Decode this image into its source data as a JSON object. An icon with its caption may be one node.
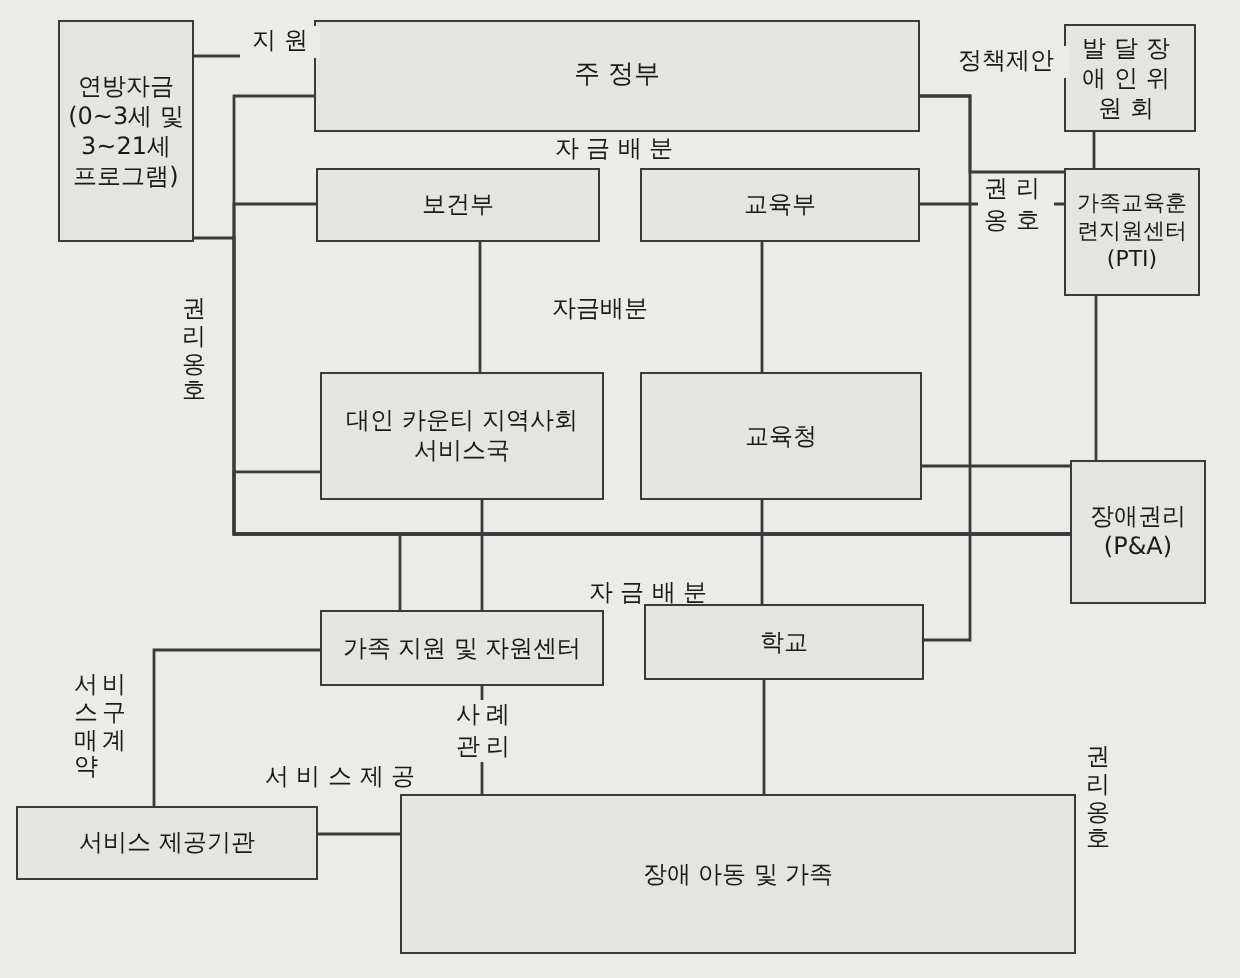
{
  "diagram": {
    "nodes": [
      {
        "text": [
          "연방자금 (0~3세 및 3~21세 프로그램)"
        ]
      },
      {
        "text": [
          "주 정부"
        ]
      },
      {
        "text": [
          "발달장애인위원회"
        ]
      },
      {
        "text": [
          "보건부"
        ]
      },
      {
        "text": [
          "교육부"
        ]
      },
      {
        "text": [
          "가족교육훈련지원센터(PTI)"
        ]
      },
      {
        "text": [
          "대인 카운티 지역사회 서비스국"
        ]
      },
      {
        "text": [
          "교육청"
        ]
      },
      {
        "text": [
          "장애권리(P&A)"
        ]
      },
      {
        "text": [
          "가족 지원 및 자원센터"
        ]
      },
      {
        "text": [
          "학교"
        ]
      },
      {
        "text": [
          "서비스 제공기관"
        ]
      },
      {
        "text": [
          "장애 아동 및 가족"
        ]
      }
    ],
    "edges": [
      {
        "from": 0,
        "to": 1,
        "arrow": "none",
        "label": "지 원"
      },
      {
        "from": 1,
        "to": 10,
        "arrow": "none",
        "label": "정책제안"
      },
      {
        "from": 2,
        "to": 5,
        "arrow": "none"
      },
      {
        "from": 4,
        "to": 5,
        "arrow": "none",
        "label": "권리 옹호"
      },
      {
        "from": 5,
        "to": 1,
        "arrow": "none"
      },
      {
        "from": 5,
        "to": 8,
        "arrow": "none"
      },
      {
        "from": 7,
        "to": 8,
        "arrow": "none"
      },
      {
        "from": 8,
        "to": 1,
        "arrow": "none",
        "label": "권리옹호"
      },
      {
        "from": 8,
        "to": 0,
        "arrow": "none"
      },
      {
        "from": 8,
        "to": 3,
        "arrow": "none"
      },
      {
        "from": 8,
        "to": 6,
        "arrow": "none"
      },
      {
        "from": 8,
        "to": 9,
        "arrow": "none"
      },
      {
        "from": 3,
        "to": 6,
        "arrow": "none"
      },
      {
        "from": 4,
        "to": 7,
        "arrow": "none"
      },
      {
        "from": 6,
        "to": 9,
        "arrow": "none"
      },
      {
        "from": 7,
        "to": 10,
        "arrow": "none"
      },
      {
        "from": 9,
        "to": 12,
        "arrow": "none",
        "label": "사례 관리"
      },
      {
        "from": 10,
        "to": 12,
        "arrow": "none"
      },
      {
        "from": 9,
        "to": 11,
        "arrow": "none",
        "label": "서비스구매계약"
      },
      {
        "from": 11,
        "to": 12,
        "arrow": "none",
        "label": "서 비 스 제 공"
      }
    ],
    "labels": [
      "자 금 배 분",
      "자금배분",
      "자 금 배 분",
      "권리옹호"
    ]
  }
}
